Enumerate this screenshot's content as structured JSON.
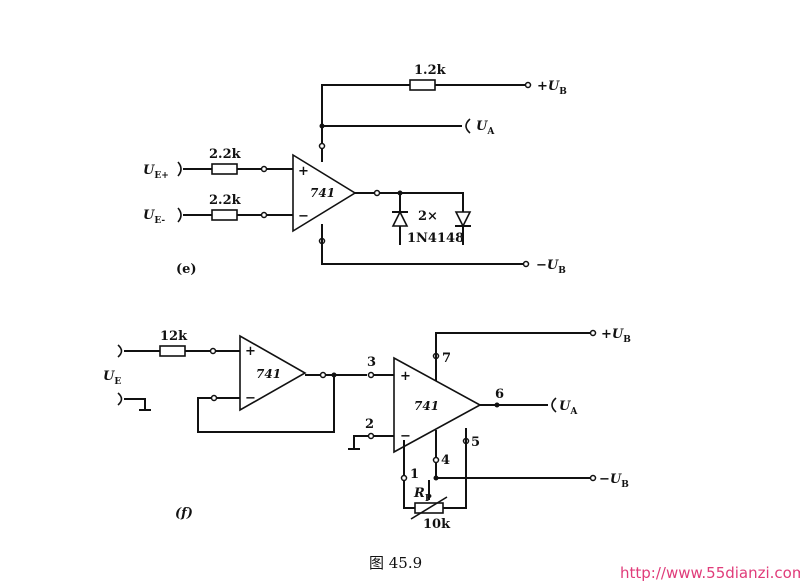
{
  "circuit_e": {
    "label": "(e)",
    "r_top": "1.2k",
    "r_in_plus": "2.2k",
    "r_in_minus": "2.2k",
    "opamp": "741",
    "plus_sign": "+",
    "minus_sign": "−",
    "diodes": [
      "2×",
      "1N4148"
    ],
    "inputs": {
      "plus_main": "U",
      "plus_sub": "E+",
      "minus_main": "U",
      "minus_sub": "E-"
    },
    "ub_plus": {
      "sign": "+",
      "main": "U",
      "sub": "B"
    },
    "ua": {
      "main": "U",
      "sub": "A"
    },
    "ub_minus": {
      "sign": "−",
      "main": "U",
      "sub": "B"
    }
  },
  "circuit_f": {
    "label": "(f)",
    "r_in": "12k",
    "buffer": "741",
    "opamp": "741",
    "plus_sign": "+",
    "minus_sign": "−",
    "pins": {
      "p3": "3",
      "p2": "2",
      "p7": "7",
      "p6": "6",
      "p5": "5",
      "p4": "4",
      "p1": "1"
    },
    "ue": {
      "main": "U",
      "sub": "E"
    },
    "ub_plus": {
      "sign": "+",
      "main": "U",
      "sub": "B"
    },
    "ua": {
      "main": "U",
      "sub": "A"
    },
    "ub_minus": {
      "sign": "−",
      "main": "U",
      "sub": "B"
    },
    "rp": {
      "main": "R",
      "sub": "P"
    },
    "rp_value": "10k"
  },
  "caption": "图 45.9",
  "watermark": "http://www.55dianzi.com"
}
